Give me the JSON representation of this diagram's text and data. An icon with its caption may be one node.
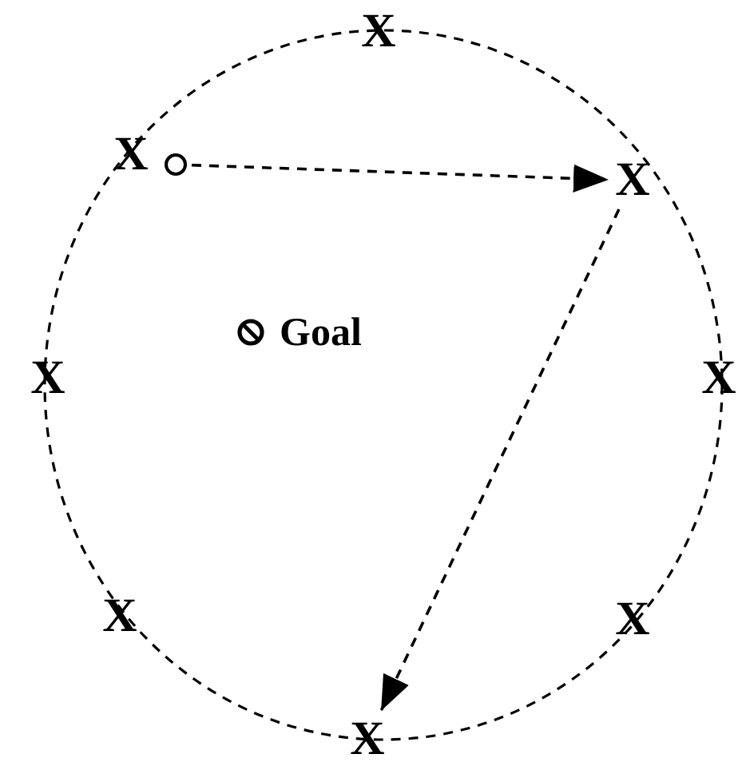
{
  "diagram": {
    "nodes": [
      {
        "text": [
          "X"
        ]
      },
      {
        "text": [
          "X"
        ]
      },
      {
        "text": [],
        "shape": "circle"
      },
      {
        "text": [
          "X"
        ]
      },
      {
        "text": [
          "X"
        ]
      },
      {
        "text": [
          "X"
        ]
      },
      {
        "text": [
          "X"
        ]
      },
      {
        "text": [
          "X"
        ]
      },
      {
        "text": [
          "X"
        ]
      }
    ],
    "edges": [
      {
        "from": 2,
        "to": 3,
        "arrow": "to",
        "style": "dashed"
      },
      {
        "from": 3,
        "to": 8,
        "arrow": "to",
        "style": "dashed"
      }
    ],
    "labels": [
      "Goal"
    ]
  }
}
